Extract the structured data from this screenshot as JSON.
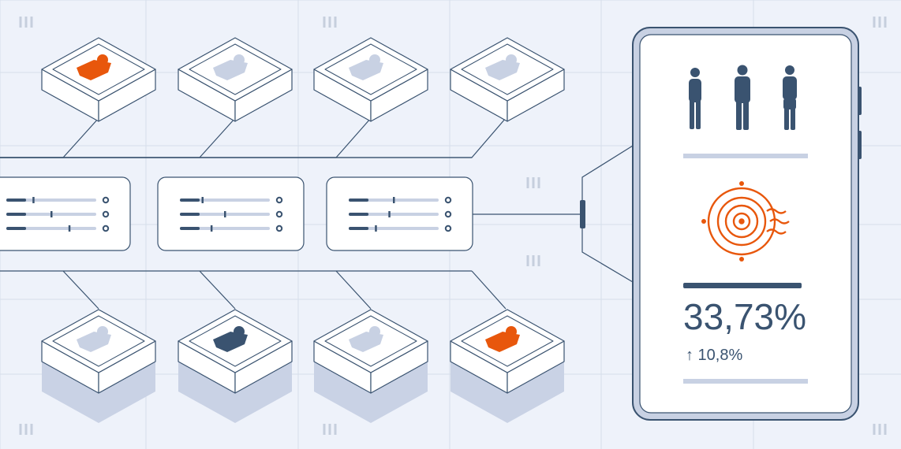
{
  "colors": {
    "background": "#eef2fa",
    "grid": "#d6deea",
    "tick": "#c6cfdd",
    "navy": "#3a5370",
    "orange": "#e8570c",
    "muted": "#c8d1e3",
    "card": "#ffffff",
    "stroke": "#3a5370",
    "shadow": "#c9d2e5"
  },
  "boxes_top": [
    {
      "fill": "orange"
    },
    {
      "fill": "muted"
    },
    {
      "fill": "muted"
    },
    {
      "fill": "muted"
    }
  ],
  "boxes_bottom": [
    {
      "fill": "muted"
    },
    {
      "fill": "navy"
    },
    {
      "fill": "muted"
    },
    {
      "fill": "orange"
    }
  ],
  "settings_panels": [
    {
      "sliders": [
        0.3,
        0.5,
        0.7
      ]
    },
    {
      "sliders": [
        0.25,
        0.5,
        0.35
      ]
    },
    {
      "sliders": [
        0.5,
        0.45,
        0.3
      ]
    }
  ],
  "phone": {
    "icons": [
      "person-icon",
      "person-icon",
      "person-icon",
      "signal-target-icon"
    ],
    "metric_value": "33,73%",
    "metric_change": "↑ 10,8%"
  }
}
